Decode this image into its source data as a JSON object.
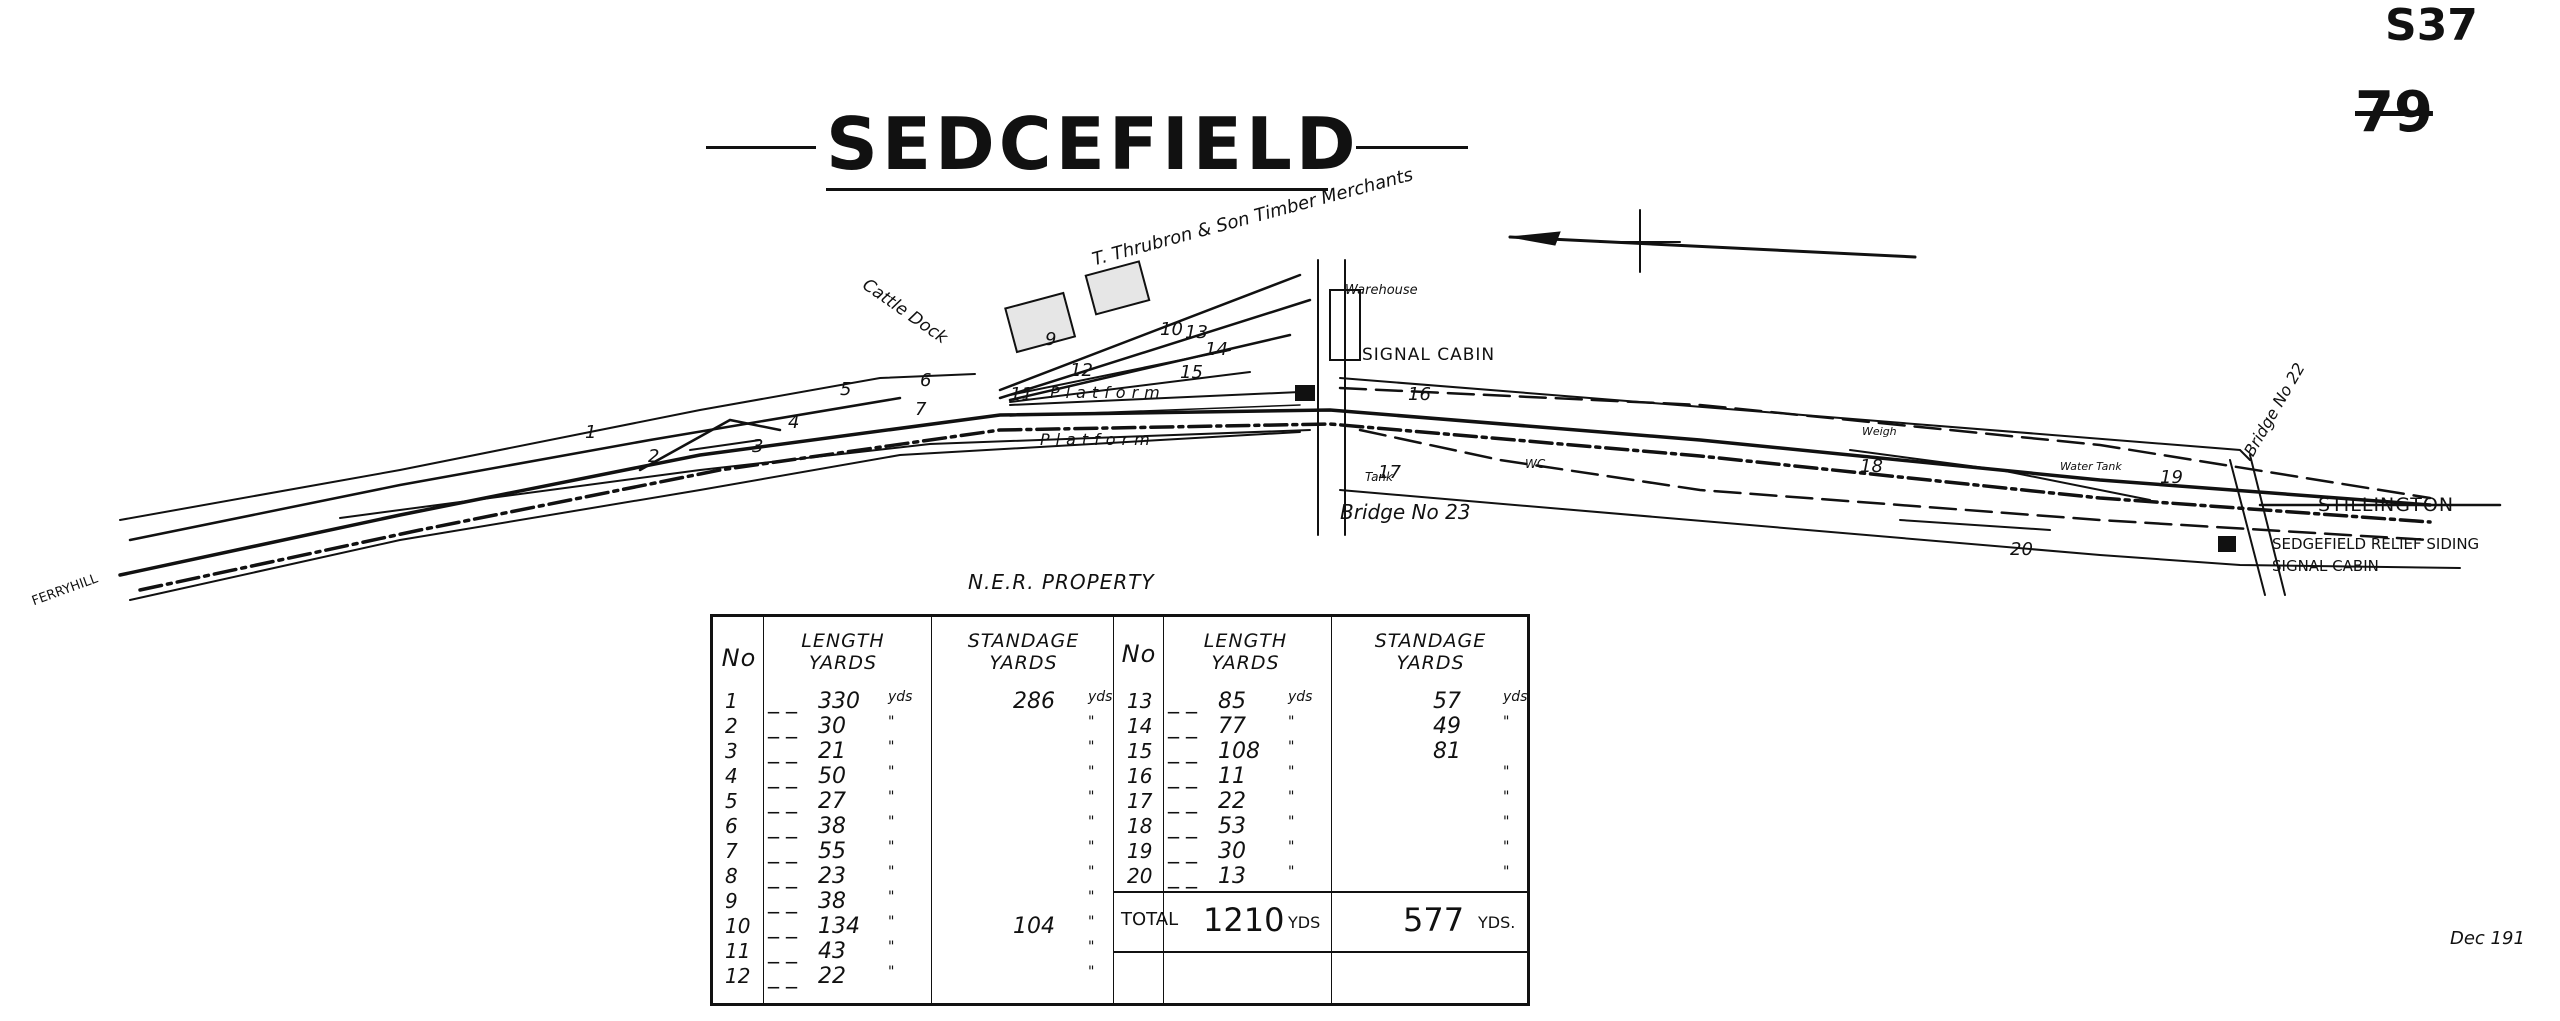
{
  "sheet": {
    "number": "S37",
    "old_number": "79",
    "date": "Dec 191"
  },
  "title": "SEDCEFIELD",
  "plan_labels": {
    "merchants": "T. Thrubron & Son Timber Merchants",
    "cattle_dock": "Cattle Dock",
    "warehouse": "Warehouse",
    "signal_cabin": "SIGNAL CABIN",
    "platform_upper": "Platform",
    "platform_lower": "Platform",
    "bridge_23": "Bridge No 23",
    "bridge_22": "Bridge No 22",
    "weigh": "Weigh",
    "water_tank": "Water Tank",
    "wc": "WC",
    "tank": "Tank",
    "ferryhill": "FERRYHILL",
    "stillington": "STILLINGTON",
    "relief_cabin_1": "SEDGEFIELD RELIEF SIDING",
    "relief_cabin_2": "SIGNAL CABIN",
    "ner_property": "N.E.R. PROPERTY",
    "siding_numbers": [
      "1",
      "2",
      "3",
      "4",
      "5",
      "6",
      "7",
      "9",
      "10",
      "11",
      "12",
      "13",
      "14",
      "15",
      "16",
      "17",
      "18",
      "19",
      "20"
    ]
  },
  "table": {
    "headers": {
      "no": "No",
      "length": "LENGTH YARDS",
      "standage": "STANDAGE YARDS"
    },
    "left_rows": [
      {
        "no": "1",
        "length": "330",
        "length_unit": "yds",
        "standage": "286",
        "standage_unit": "yds"
      },
      {
        "no": "2",
        "length": "30",
        "length_unit": "\"",
        "standage": "",
        "standage_unit": "\""
      },
      {
        "no": "3",
        "length": "21",
        "length_unit": "\"",
        "standage": "",
        "standage_unit": "\""
      },
      {
        "no": "4",
        "length": "50",
        "length_unit": "\"",
        "standage": "",
        "standage_unit": "\""
      },
      {
        "no": "5",
        "length": "27",
        "length_unit": "\"",
        "standage": "",
        "standage_unit": "\""
      },
      {
        "no": "6",
        "length": "38",
        "length_unit": "\"",
        "standage": "",
        "standage_unit": "\""
      },
      {
        "no": "7",
        "length": "55",
        "length_unit": "\"",
        "standage": "",
        "standage_unit": "\""
      },
      {
        "no": "8",
        "length": "23",
        "length_unit": "\"",
        "standage": "",
        "standage_unit": "\""
      },
      {
        "no": "9",
        "length": "38",
        "length_unit": "\"",
        "standage": "",
        "standage_unit": "\""
      },
      {
        "no": "10",
        "length": "134",
        "length_unit": "\"",
        "standage": "104",
        "standage_unit": "\""
      },
      {
        "no": "11",
        "length": "43",
        "length_unit": "\"",
        "standage": "",
        "standage_unit": "\""
      },
      {
        "no": "12",
        "length": "22",
        "length_unit": "\"",
        "standage": "",
        "standage_unit": "\""
      }
    ],
    "right_rows": [
      {
        "no": "13",
        "length": "85",
        "length_unit": "yds",
        "standage": "57",
        "standage_unit": "yds"
      },
      {
        "no": "14",
        "length": "77",
        "length_unit": "\"",
        "standage": "49",
        "standage_unit": "\""
      },
      {
        "no": "15",
        "length": "108",
        "length_unit": "\"",
        "standage": "81",
        "standage_unit": ""
      },
      {
        "no": "16",
        "length": "11",
        "length_unit": "\"",
        "standage": "",
        "standage_unit": "\""
      },
      {
        "no": "17",
        "length": "22",
        "length_unit": "\"",
        "standage": "",
        "standage_unit": "\""
      },
      {
        "no": "18",
        "length": "53",
        "length_unit": "\"",
        "standage": "",
        "standage_unit": "\""
      },
      {
        "no": "19",
        "length": "30",
        "length_unit": "\"",
        "standage": "",
        "standage_unit": "\""
      },
      {
        "no": "20",
        "length": "13",
        "length_unit": "\"",
        "standage": "",
        "standage_unit": "\""
      }
    ],
    "total": {
      "label": "TOTAL",
      "length": "1210",
      "length_unit": "YDS",
      "standage": "577",
      "standage_unit": "YDS."
    }
  }
}
